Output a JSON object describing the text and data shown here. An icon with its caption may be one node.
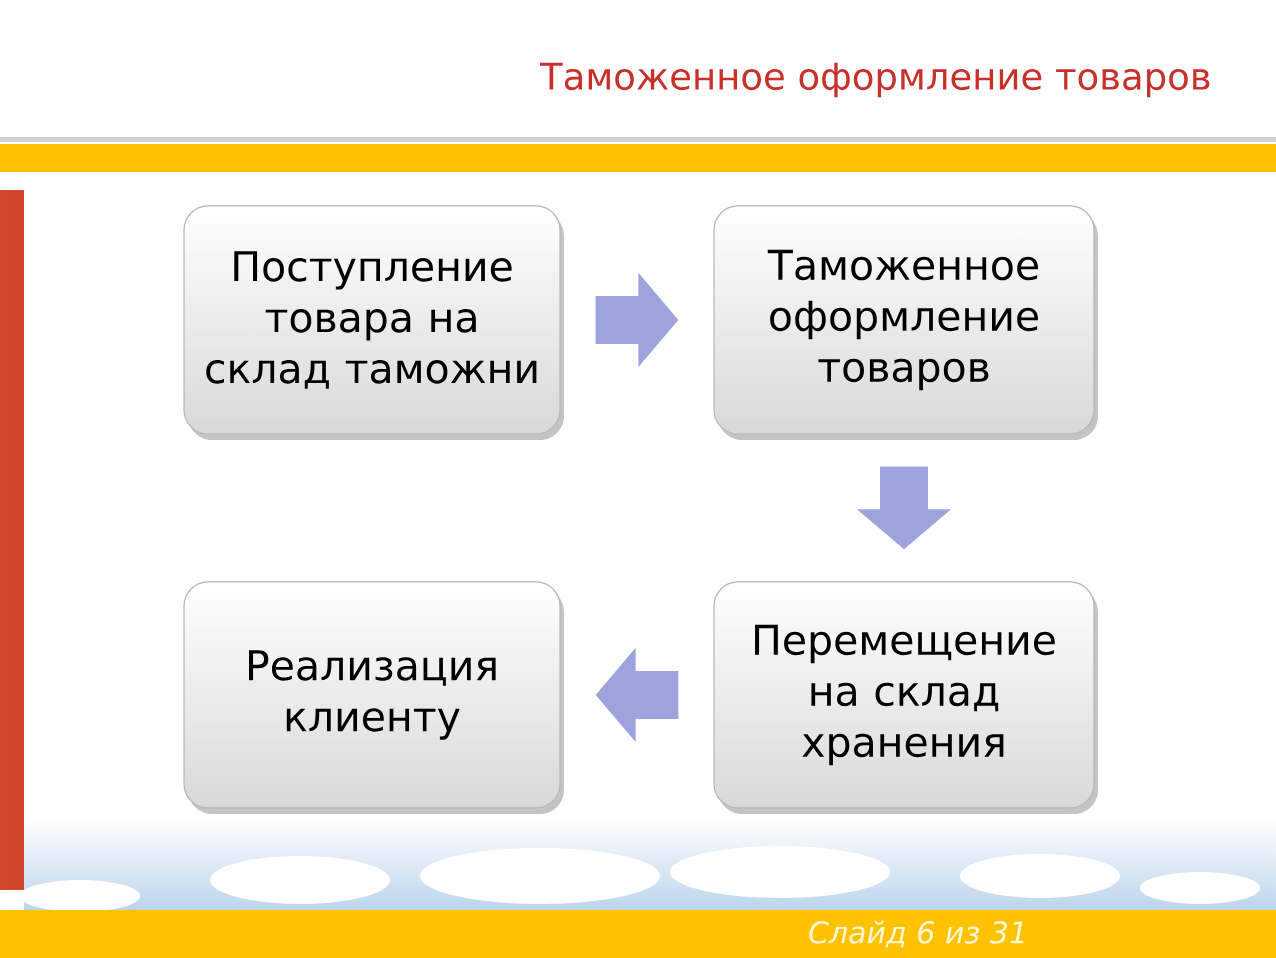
{
  "diagram": {
    "title": "Таможенное оформление товаров",
    "nodes": [
      {
        "text": [
          "Поступление товара на склад таможни"
        ]
      },
      {
        "text": [
          "Таможенное оформление товаров"
        ]
      },
      {
        "text": [
          "Перемещение на склад хранения"
        ]
      },
      {
        "text": [
          "Реализация клиенту"
        ]
      }
    ],
    "edges": [
      {
        "from": 0,
        "to": 1,
        "arrow": "to"
      },
      {
        "from": 1,
        "to": 2,
        "arrow": "to"
      },
      {
        "from": 2,
        "to": 3,
        "arrow": "to"
      }
    ],
    "labels": [
      "Слайд 6 из 31"
    ]
  }
}
